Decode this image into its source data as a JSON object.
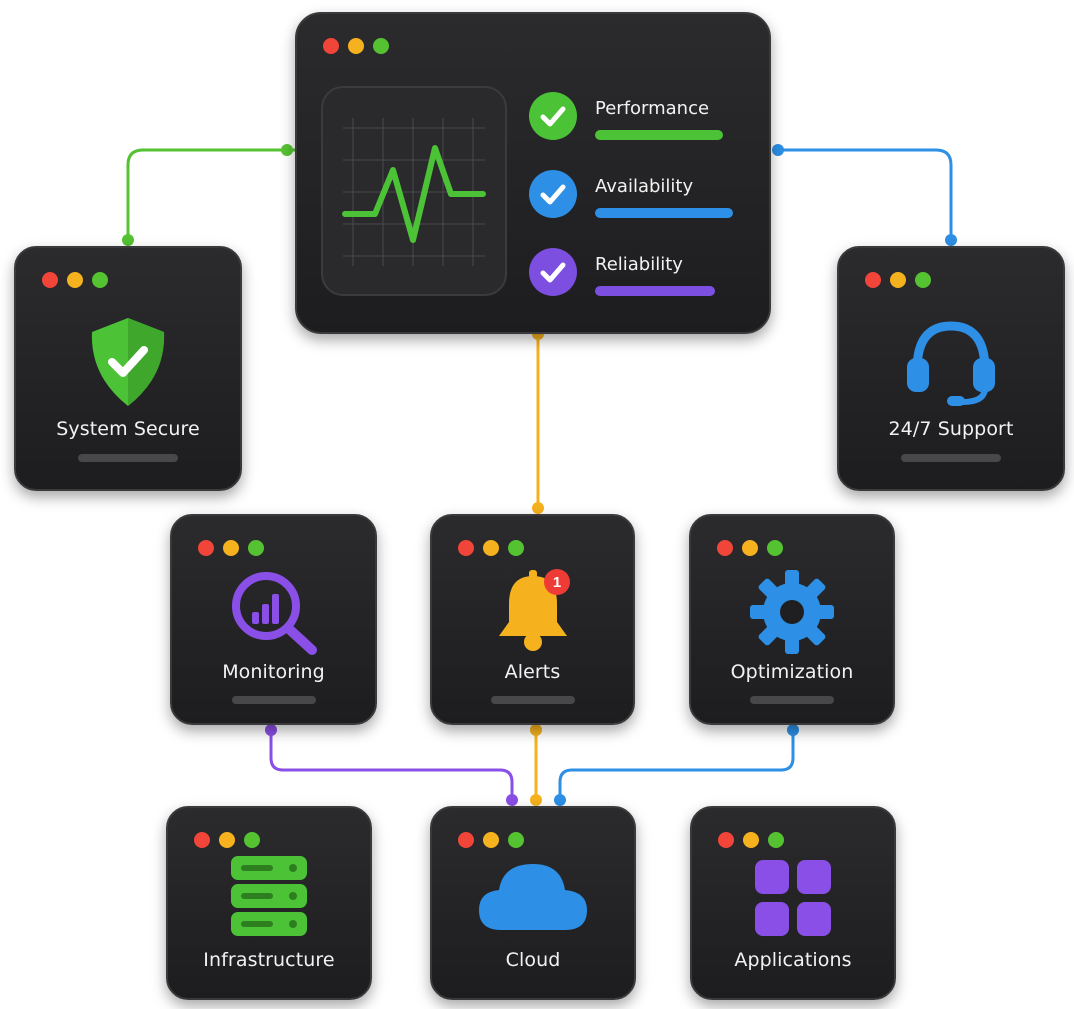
{
  "main": {
    "metrics": [
      {
        "label": "Performance",
        "color": "#4cc236"
      },
      {
        "label": "Availability",
        "color": "#2d8fe5"
      },
      {
        "label": "Reliability",
        "color": "#7c4fe0"
      }
    ]
  },
  "nodes": {
    "secure": {
      "label": "System Secure",
      "icon": "shield-check-icon",
      "color": "#4cc236"
    },
    "support": {
      "label": "24/7 Support",
      "icon": "headset-icon",
      "color": "#2d8fe5"
    },
    "monitoring": {
      "label": "Monitoring",
      "icon": "magnifier-chart-icon",
      "color": "#8a4fe6"
    },
    "alerts": {
      "label": "Alerts",
      "icon": "bell-icon",
      "badge": "1",
      "color": "#f5b21e"
    },
    "optimization": {
      "label": "Optimization",
      "icon": "gear-icon",
      "color": "#2d8fe5"
    },
    "infrastructure": {
      "label": "Infrastructure",
      "icon": "server-stack-icon",
      "color": "#4cc236"
    },
    "cloud": {
      "label": "Cloud",
      "icon": "cloud-icon",
      "color": "#2d8fe5"
    },
    "applications": {
      "label": "Applications",
      "icon": "app-grid-icon",
      "color": "#8a4fe6"
    }
  },
  "colors": {
    "card": "#1f1f21",
    "line_green": "#55c232",
    "line_blue": "#2d8fe5",
    "line_yellow": "#f5b21e",
    "line_purple": "#8a4fe6"
  }
}
